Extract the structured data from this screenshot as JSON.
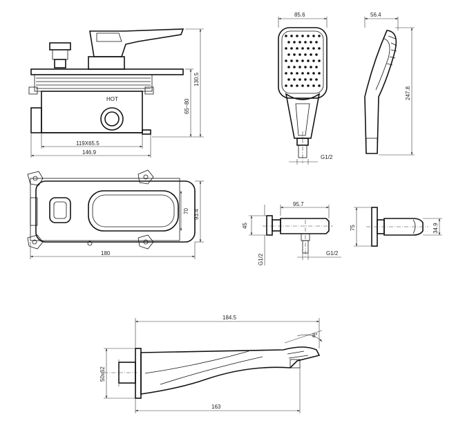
{
  "labels": {
    "hot": "HOT",
    "valve_depth": "65~80",
    "valve_height": "130.5",
    "box_width": "146.9",
    "box_inner": "119X65.5",
    "plate_width": "180",
    "plate_height_outer": "93.4",
    "plate_height_inner": "70",
    "head_width": "85.6",
    "head_side_width": "56.4",
    "head_length": "247.8",
    "head_thread": "G1/2",
    "elbow_width": "95.7",
    "elbow_height": "45",
    "elbow_thread_bottom": "G1/2",
    "elbow_thread_left": "G1/2",
    "holder_height": "75",
    "holder_width": "34.9",
    "spout_length": "184.5",
    "spout_angle": "8°",
    "spout_flange": "50x62",
    "spout_reach": "163"
  },
  "colors": {
    "line": "#111111",
    "dim": "#333333",
    "background": "#ffffff"
  }
}
